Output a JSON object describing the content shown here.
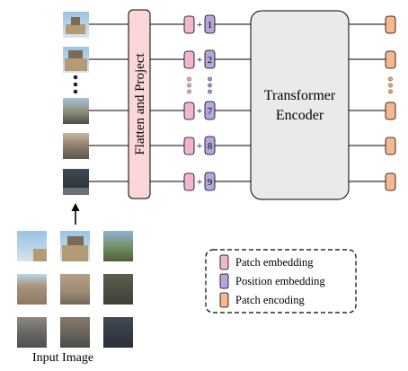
{
  "blocks": {
    "flatten_project": "Flatten and Project",
    "encoder_line1": "Transformer",
    "encoder_line2": "Encoder"
  },
  "position_numbers": [
    "1",
    "2",
    "7",
    "8",
    "9"
  ],
  "plus_sign": "+",
  "legend": {
    "items": [
      {
        "label": "Patch embedding",
        "color": "#efb6cf"
      },
      {
        "label": "Position embedding",
        "color": "#b7a6dc"
      },
      {
        "label": "Patch encoding",
        "color": "#f6b88e"
      }
    ]
  },
  "caption": "Input Image",
  "colors": {
    "flatten_fill": "#fbd7da",
    "encoder_fill": "#eaeaea",
    "patch_embedding": "#efb6cf",
    "position_embedding": "#b7a6dc",
    "patch_encoding": "#f6b88e",
    "dots_pink": "#e7aac5",
    "dots_purple": "#a897d3",
    "dots_orange": "#efaa78"
  }
}
